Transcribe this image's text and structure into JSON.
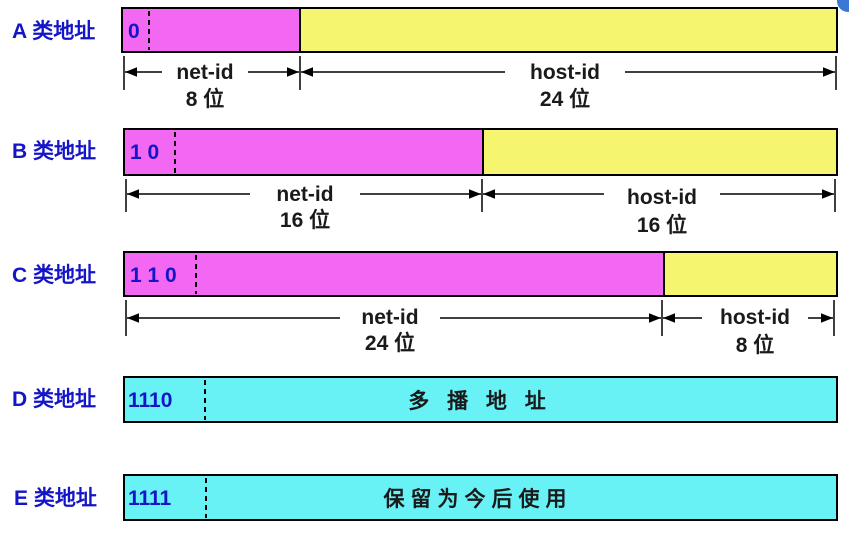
{
  "colors": {
    "net": "#f268f2",
    "host": "#f5f570",
    "special": "#68f2f6",
    "label": "#1515c8",
    "border": "#000000"
  },
  "classes": {
    "A": {
      "label": "A 类地址",
      "prefix": "0",
      "net_name": "net-id",
      "net_bits": "8 位",
      "host_name": "host-id",
      "host_bits": "24 位"
    },
    "B": {
      "label": "B 类地址",
      "prefix": "1 0",
      "net_name": "net-id",
      "net_bits": "16 位",
      "host_name": "host-id",
      "host_bits": "16 位"
    },
    "C": {
      "label": "C 类地址",
      "prefix": "1 1 0",
      "net_name": "net-id",
      "net_bits": "24 位",
      "host_name": "host-id",
      "host_bits": "8 位"
    },
    "D": {
      "label": "D 类地址",
      "prefix": "1110",
      "text": "多 播 地 址"
    },
    "E": {
      "label": "E 类地址",
      "prefix": "1111",
      "text": "保留为今后使用"
    }
  }
}
